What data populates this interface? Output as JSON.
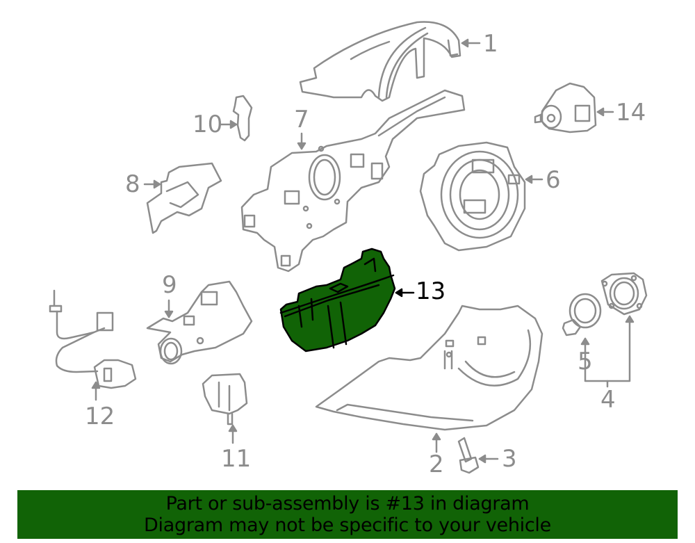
{
  "diagram": {
    "type": "exploded parts diagram",
    "subject": "steering column components",
    "highlighted_part": "13",
    "colors": {
      "line": "#8c8c8c",
      "highlight_fill": "#116306",
      "highlight_stroke": "#000000",
      "banner_bg": "#116306",
      "banner_text": "#000000"
    },
    "callouts": [
      {
        "id": "1",
        "label": "1"
      },
      {
        "id": "2",
        "label": "2"
      },
      {
        "id": "3",
        "label": "3"
      },
      {
        "id": "4",
        "label": "4"
      },
      {
        "id": "5",
        "label": "5"
      },
      {
        "id": "6",
        "label": "6"
      },
      {
        "id": "7",
        "label": "7"
      },
      {
        "id": "8",
        "label": "8"
      },
      {
        "id": "9",
        "label": "9"
      },
      {
        "id": "10",
        "label": "10"
      },
      {
        "id": "11",
        "label": "11"
      },
      {
        "id": "12",
        "label": "12"
      },
      {
        "id": "13",
        "label": "13"
      },
      {
        "id": "14",
        "label": "14"
      }
    ]
  },
  "banner": {
    "line1": "Part or sub-assembly is #13 in diagram",
    "line2": "Diagram may not be specific to your vehicle"
  }
}
